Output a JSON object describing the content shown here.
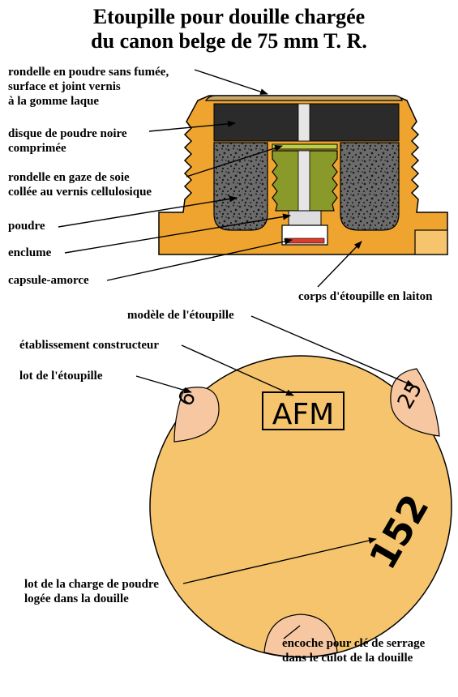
{
  "title": [
    "Etoupille pour douille chargée",
    "du canon belge de 75 mm T. R."
  ],
  "labels": {
    "rondelle_poudre": [
      "rondelle en poudre sans fumée,",
      "surface et joint vernis",
      "à la gomme laque"
    ],
    "disque": [
      "disque de poudre noire",
      "comprimée"
    ],
    "rondelle_gaze": [
      "rondelle en gaze de soie",
      "collée au vernis cellulosique"
    ],
    "poudre": "poudre",
    "enclume": "enclume",
    "capsule": "capsule-amorce",
    "corps": "corps d'étoupille en laiton",
    "modele": "modèle de l'étoupille",
    "etablissement": "établissement constructeur",
    "lot_etoupille": "lot de l'étoupille",
    "lot_charge": [
      "lot de la charge de poudre",
      "logée dans la douille"
    ],
    "encoche": [
      "encoche pour clé de serrage",
      "dans le culot de la douille"
    ]
  },
  "stamps": {
    "maker": "AFM",
    "lot": "6",
    "model": "25",
    "charge": "152"
  },
  "colors": {
    "brass": "#f0a430",
    "base": "#f5c46c",
    "notch": "#f7c7a2",
    "powder": "#5a5a5a",
    "dark": "#2b2b2b",
    "green": "#8a9a2a"
  }
}
